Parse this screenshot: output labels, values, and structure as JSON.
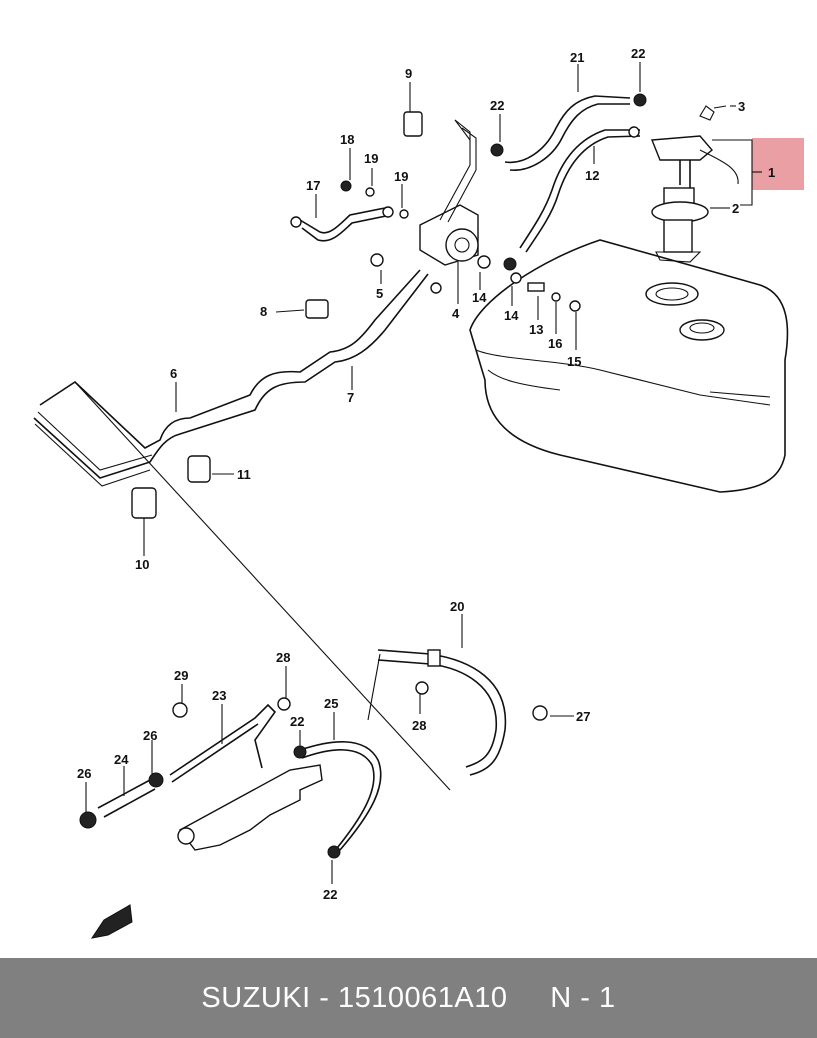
{
  "diagram": {
    "callouts": [
      "21",
      "22",
      "3",
      "22",
      "12",
      "1",
      "2",
      "9",
      "18",
      "19",
      "17",
      "19",
      "5",
      "4",
      "14",
      "14",
      "13",
      "16",
      "15",
      "8",
      "6",
      "7",
      "11",
      "10",
      "20",
      "28",
      "29",
      "23",
      "28",
      "22",
      "25",
      "27",
      "26",
      "24",
      "26",
      "22"
    ],
    "highlight_color": "#e8959a"
  },
  "footer": {
    "text": "SUZUKI - 1510061A10     N - 1",
    "background": "#808080"
  }
}
